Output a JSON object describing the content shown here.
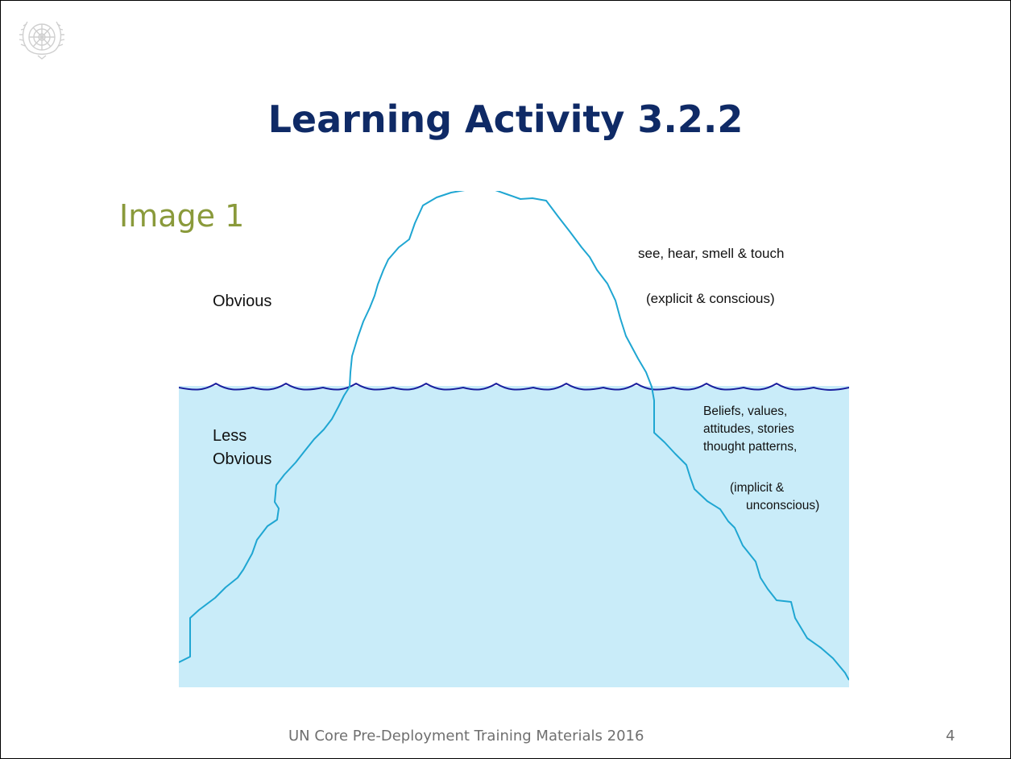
{
  "slide": {
    "title": "Learning Activity 3.2.2",
    "subtitle": "Image 1",
    "footer": "UN Core Pre-Deployment Training Materials 2016",
    "page_number": "4"
  },
  "logo": {
    "icon": "un-emblem-icon",
    "color": "#cfcfcf"
  },
  "diagram": {
    "labels": {
      "above_heading": "Obvious",
      "below_heading": [
        "Less",
        "Obvious"
      ],
      "above_line1": "see, hear, smell & touch",
      "above_line2": "(explicit & conscious)",
      "below_lines": [
        "Beliefs, values,",
        "attitudes, stories",
        "thought patterns,"
      ],
      "below_qualifier": [
        "(implicit &",
        "unconscious)"
      ]
    },
    "colors": {
      "water": "#c9ecf9",
      "waves": "#1a1f9e",
      "iceberg": "#1fa6d2",
      "title": "#0f2a66",
      "subtitle": "#8a9a3b"
    }
  }
}
